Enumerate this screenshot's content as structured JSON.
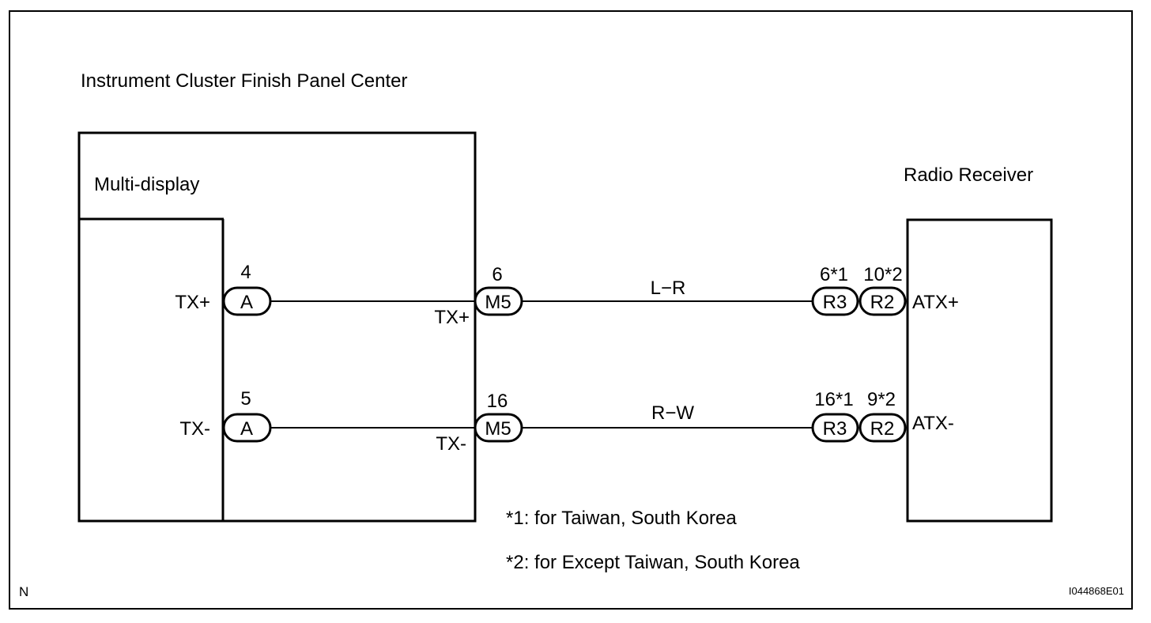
{
  "diagram": {
    "panel_title": "Instrument Cluster Finish Panel Center",
    "multi_display_label": "Multi-display",
    "radio_receiver_label": "Radio Receiver",
    "circuits": [
      {
        "display_connector": "A",
        "display_pin": "4",
        "display_signal": "TX+",
        "panel_connector": "M5",
        "panel_pin": "6",
        "panel_signal": "TX+",
        "wire_color": "L−R",
        "receiver_connector_1": "R3",
        "receiver_pin_1": "6*1",
        "receiver_connector_2": "R2",
        "receiver_pin_2": "10*2",
        "receiver_signal": "ATX+"
      },
      {
        "display_connector": "A",
        "display_pin": "5",
        "display_signal": "TX-",
        "panel_connector": "M5",
        "panel_pin": "16",
        "panel_signal": "TX-",
        "wire_color": "R−W",
        "receiver_connector_1": "R3",
        "receiver_pin_1": "16*1",
        "receiver_connector_2": "R2",
        "receiver_pin_2": "9*2",
        "receiver_signal": "ATX-"
      }
    ],
    "notes": [
      "*1: for Taiwan, South Korea",
      "*2: for Except Taiwan, South Korea"
    ],
    "corner_mark": "N",
    "figure_id": "I044868E01"
  }
}
